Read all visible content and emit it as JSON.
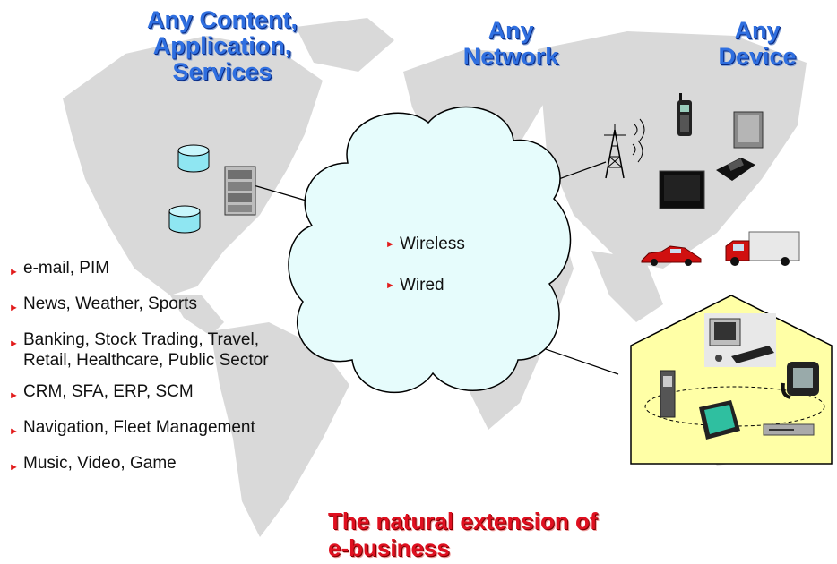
{
  "headings": {
    "content": [
      "Any Content,",
      "Application,",
      "Services"
    ],
    "network": [
      "Any",
      "Network"
    ],
    "device": [
      "Any",
      "Device"
    ]
  },
  "cloud_items": [
    "Wireless",
    "Wired"
  ],
  "services": [
    "e-mail, PIM",
    "News, Weather, Sports",
    "Banking, Stock Trading, Travel, Retail, Healthcare, Public Sector",
    "CRM, SFA, ERP, SCM",
    "Navigation, Fleet Management",
    "Music, Video, Game"
  ],
  "tagline": [
    "The natural extension of",
    "e-business"
  ],
  "colors": {
    "heading": "#2f6fe0",
    "tagline": "#e01020",
    "cloud": "#e6fcfc",
    "house": "#ffffa6",
    "bullet": "#e21c1c"
  }
}
